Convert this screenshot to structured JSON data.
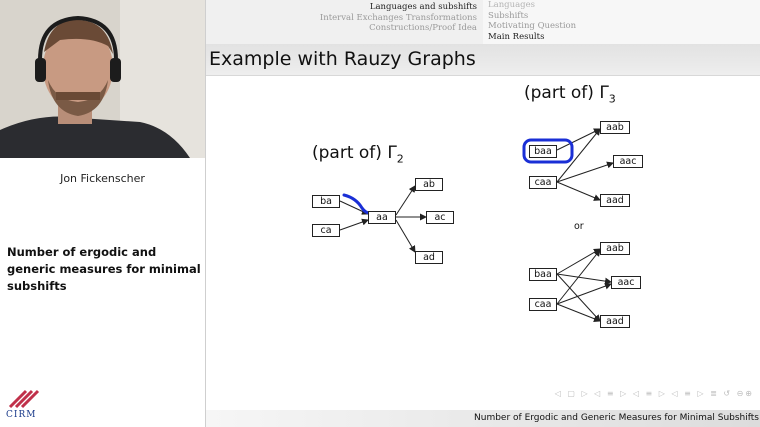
{
  "speaker": {
    "name": "Jon Fickenscher"
  },
  "talk": {
    "title": "Number of ergodic and generic measures for minimal subshifts"
  },
  "logo": {
    "text": "CIRM",
    "color": "#c0304a"
  },
  "header": {
    "sections": [
      "Languages and subshifts",
      "Interval Exchanges Transformations",
      "Constructions/Proof Idea"
    ],
    "subsections": [
      "Languages",
      "Subshifts",
      "Motivating Question",
      "Main Results"
    ]
  },
  "slide": {
    "title": "Example with Rauzy Graphs",
    "gamma2": {
      "prefix": "(part of) Γ",
      "sub": "2"
    },
    "gamma3": {
      "prefix": "(part of) Γ",
      "sub": "3"
    },
    "nodes2": [
      "ba",
      "ca",
      "aa",
      "ab",
      "ac",
      "ad"
    ],
    "nodes3a": [
      "baa",
      "caa",
      "aab",
      "aac",
      "aad"
    ],
    "or": "or",
    "nodes3b": [
      "baa",
      "caa",
      "aab",
      "aac",
      "aad"
    ],
    "navigation": "◁ ▢ ▷ ◁ ≡ ▷ ◁ ≡ ▷ ◁ ≡ ▷ ≣ ↺ ⊖⊕",
    "footer": "Number of Ergodic and Generic Measures for Minimal Subshifts"
  },
  "annotation": {
    "color": "#1a2fd6"
  }
}
